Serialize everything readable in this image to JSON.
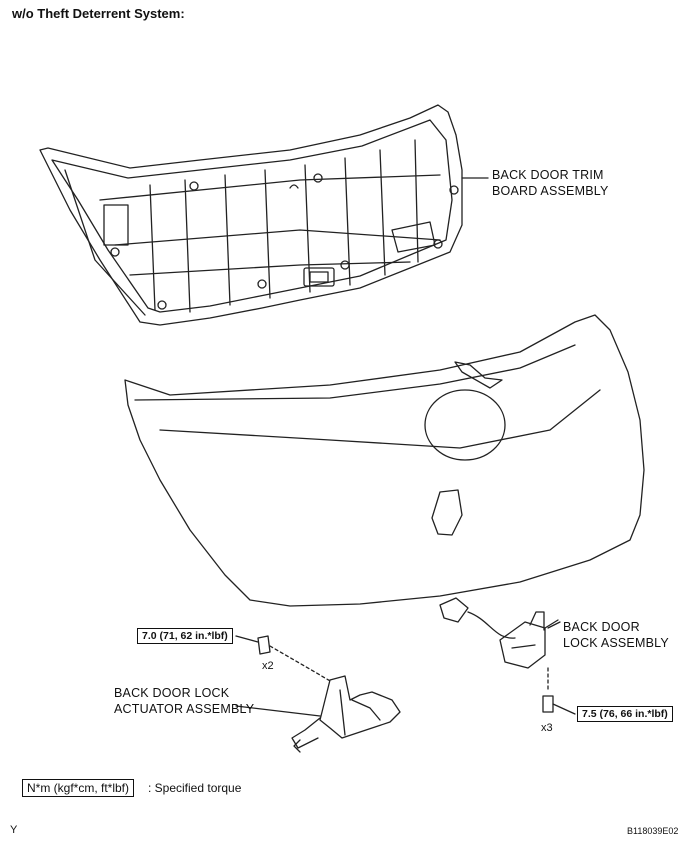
{
  "header": {
    "title": "w/o Theft Deterrent System:"
  },
  "labels": {
    "trim_board_line1": "BACK DOOR TRIM",
    "trim_board_line2": "BOARD ASSEMBLY",
    "lock_line1": "BACK DOOR",
    "lock_line2": "LOCK ASSEMBLY",
    "actuator_line1": "BACK DOOR LOCK",
    "actuator_line2": "ACTUATOR ASSEMBLY"
  },
  "torque": {
    "actuator_bolt": "7.0 (71, 62 in.*lbf)",
    "actuator_qty": "x2",
    "lock_bolt": "7.5 (76, 66 in.*lbf)",
    "lock_qty": "x3"
  },
  "legend": {
    "box": "N*m (kgf*cm, ft*lbf)",
    "text": ": Specified torque"
  },
  "footer": {
    "left": "Y",
    "right": "B118039E02"
  }
}
